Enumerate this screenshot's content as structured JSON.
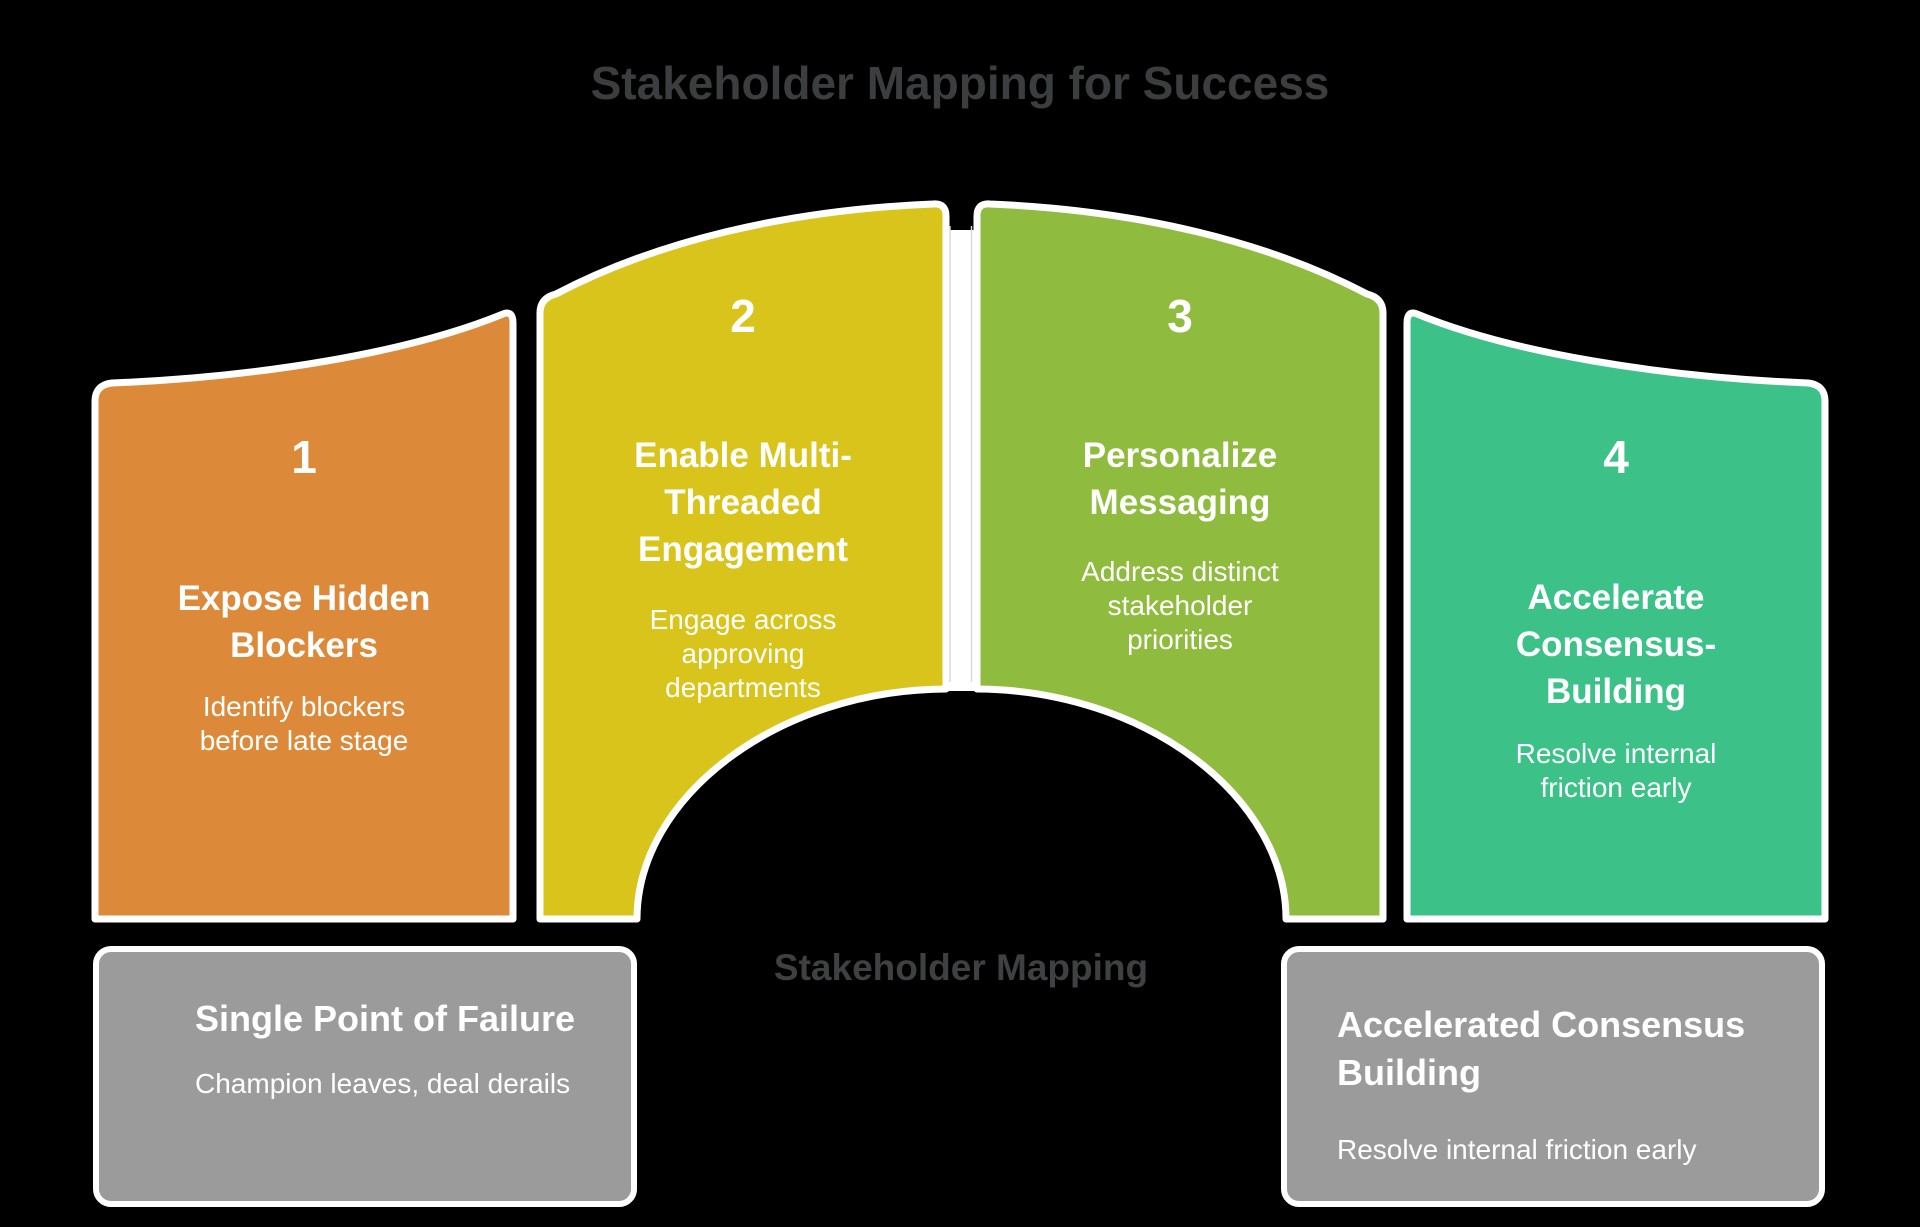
{
  "title": "Stakeholder Mapping for Success",
  "bridge_label": "Stakeholder Mapping",
  "steps": [
    {
      "number": "1",
      "color": "#DC8A3A",
      "title": "Expose Hidden\nBlockers",
      "description": "Identify blockers\nbefore late stage"
    },
    {
      "number": "2",
      "color": "#D9C41C",
      "title": "Enable Multi-\nThreaded\nEngagement",
      "description": "Engage across\napproving\ndepartments"
    },
    {
      "number": "3",
      "color": "#8FBC3E",
      "title": "Personalize\nMessaging",
      "description": "Address distinct\nstakeholder\npriorities"
    },
    {
      "number": "4",
      "color": "#3CC288",
      "title": "Accelerate\nConsensus-\nBuilding",
      "description": "Resolve internal\nfriction early"
    }
  ],
  "callouts": [
    {
      "title": "Single Point of Failure",
      "description": "Champion leaves, deal derails",
      "color": "#9B9B9B"
    },
    {
      "title": "Accelerated Consensus\nBuilding",
      "description": "Resolve internal friction early",
      "color": "#9B9B9B"
    }
  ],
  "colors": {
    "background": "#000000",
    "outline": "#FFFFFF",
    "heading_text": "#3B3D3E",
    "panel_text": "#FFFFFF"
  }
}
